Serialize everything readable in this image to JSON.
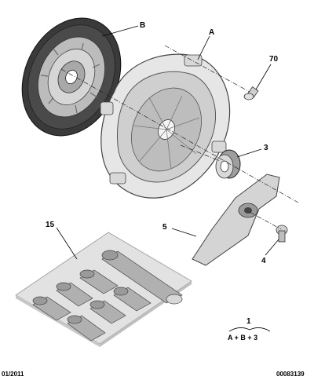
{
  "labels": {
    "disc": "B",
    "pressure_plate": "A",
    "bolt": "70",
    "release_bearing": "3",
    "fork": "5",
    "pivot": "4",
    "tool_kit": "15",
    "kit": "1",
    "kit_formula": "A + B + 3"
  },
  "footer": {
    "date": "01/2011",
    "reference": "00083139"
  }
}
